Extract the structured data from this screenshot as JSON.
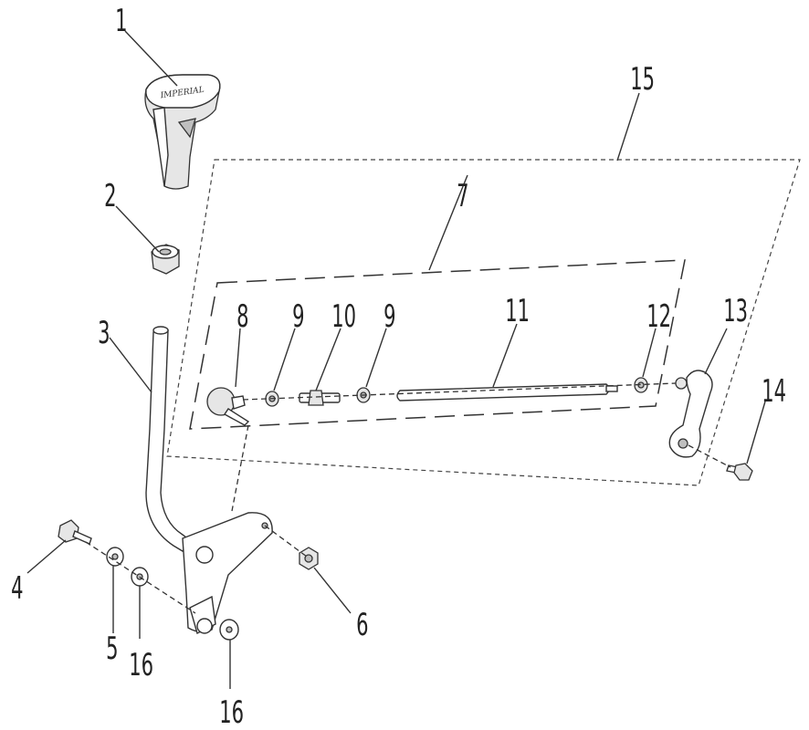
{
  "diagram": {
    "labels": {
      "p1": "1",
      "p2": "2",
      "p3": "3",
      "p4": "4",
      "p5": "5",
      "p6": "6",
      "p7": "7",
      "p8": "8",
      "p9a": "9",
      "p9b": "9",
      "p10": "10",
      "p11": "11",
      "p12": "12",
      "p13": "13",
      "p14": "14",
      "p15": "15",
      "p16a": "16",
      "p16b": "16"
    },
    "knob_logo": "IMPERIAL"
  }
}
